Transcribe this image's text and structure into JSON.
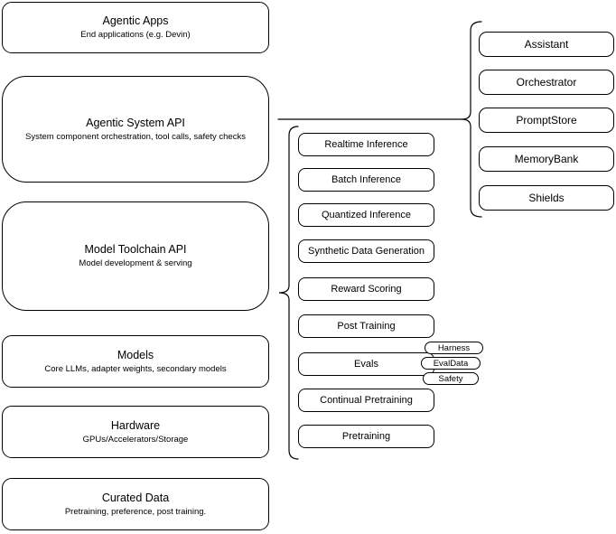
{
  "diagram": {
    "stack": [
      {
        "title": "Agentic Apps",
        "subtitle": "End applications (e.g. Devin)"
      },
      {
        "title": "Agentic System API",
        "subtitle": "System component orchestration, tool calls, safety checks"
      },
      {
        "title": "Model Toolchain API",
        "subtitle": "Model development & serving"
      },
      {
        "title": "Models",
        "subtitle": "Core LLMs, adapter weights, secondary models"
      },
      {
        "title": "Hardware",
        "subtitle": "GPUs/Accelerators/Storage"
      },
      {
        "title": "Curated Data",
        "subtitle": "Pretraining, preference, post training."
      }
    ],
    "toolchain_items": [
      "Realtime Inference",
      "Batch Inference",
      "Quantized Inference",
      "Synthetic Data Generation",
      "Reward Scoring",
      "Post Training",
      "Evals",
      "Continual Pretraining",
      "Pretraining"
    ],
    "eval_tags": [
      "Harness",
      "EvalData",
      "Safety"
    ],
    "system_components": [
      "Assistant",
      "Orchestrator",
      "PromptStore",
      "MemoryBank",
      "Shields"
    ],
    "colors": {
      "stroke": "#000000",
      "fill": "#ffffff",
      "text": "#000000"
    }
  }
}
